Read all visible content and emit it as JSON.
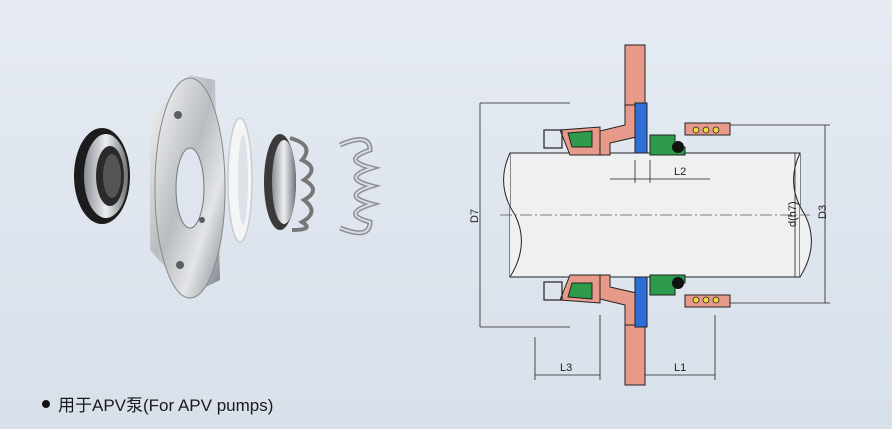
{
  "caption": {
    "text": "用于APV泵(For APV pumps)"
  },
  "drawing": {
    "labels": {
      "d7": "D7",
      "d3": "D3",
      "dh7": "d(h7)",
      "l1": "L1",
      "l2": "L2",
      "l3": "L3"
    }
  },
  "colors": {
    "background": "#dfe5ee",
    "shaft": "#eef0f2",
    "gland": "#e89a8a",
    "green_ring": "#2e9b4a",
    "blue_seat": "#2d6fd6",
    "spring_ball": "#f2d640",
    "outline": "#222222"
  },
  "icons": {
    "photo": "mechanical-seal-exploded-photo",
    "bullet": "bullet-icon"
  }
}
